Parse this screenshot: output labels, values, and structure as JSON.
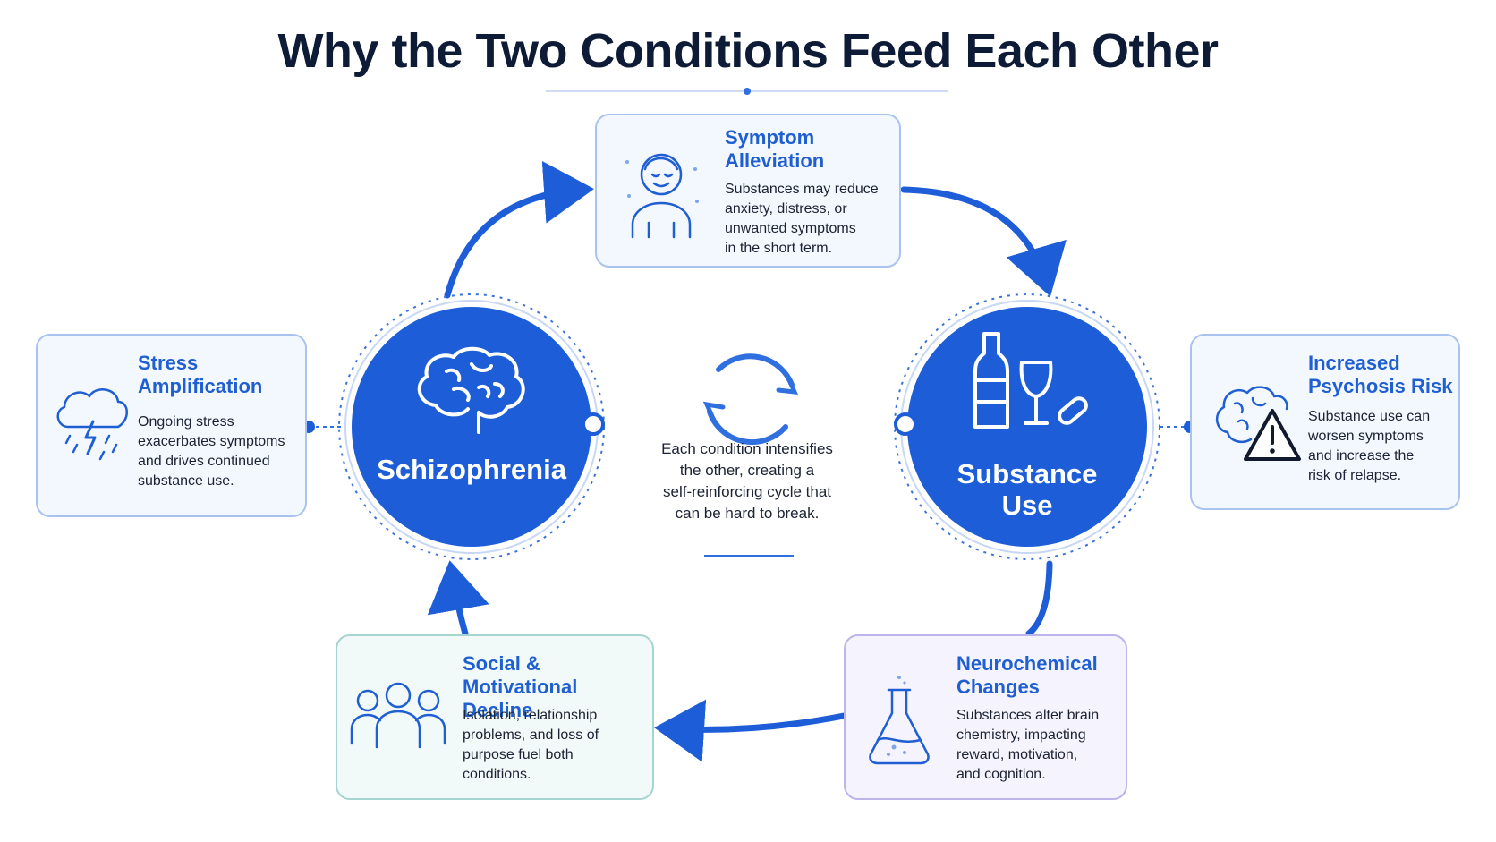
{
  "title": "Why the Two Conditions Feed Each Other",
  "nodes": {
    "schizophrenia": {
      "label": "Schizophrenia",
      "icon": "brain-icon"
    },
    "substance_use": {
      "label_line1": "Substance",
      "label_line2": "Use",
      "icon": "bottle-glass-pill-icon"
    }
  },
  "center": {
    "icon": "cycle-arrows-icon",
    "text_line1": "Each condition intensifies",
    "text_line2": "the other, creating a",
    "text_line3": "self-reinforcing cycle that",
    "text_line4": "can be hard to break."
  },
  "cards": {
    "symptom_alleviation": {
      "heading_line1": "Symptom",
      "heading_line2": "Alleviation",
      "body_line1": "Substances may reduce",
      "body_line2": "anxiety, distress, or",
      "body_line3": "unwanted symptoms",
      "body_line4": "in the short term.",
      "icon": "calm-person-icon"
    },
    "stress_amplification": {
      "heading_line1": "Stress",
      "heading_line2": "Amplification",
      "body_line1": "Ongoing stress",
      "body_line2": "exacerbates symptoms",
      "body_line3": "and drives continued",
      "body_line4": "substance use.",
      "icon": "storm-cloud-icon"
    },
    "increased_psychosis_risk": {
      "heading_line1": "Increased",
      "heading_line2": "Psychosis Risk",
      "body_line1": "Substance use can",
      "body_line2": "worsen symptoms",
      "body_line3": "and increase the",
      "body_line4": "risk of relapse.",
      "icon": "brain-warning-icon"
    },
    "social_decline": {
      "heading_line1": "Social &",
      "heading_line2": "Motivational Decline",
      "body_line1": "Isolation, relationship",
      "body_line2": "problems, and loss of",
      "body_line3": "purpose fuel both",
      "body_line4": "conditions.",
      "icon": "people-group-icon"
    },
    "neurochemical_changes": {
      "heading_line1": "Neurochemical",
      "heading_line2": "Changes",
      "body_line1": "Substances alter brain",
      "body_line2": "chemistry, impacting",
      "body_line3": "reward, motivation,",
      "body_line4": "and cognition.",
      "icon": "flask-icon"
    }
  },
  "colors": {
    "primary": "#1d5ed8",
    "heading_blue": "#1f5fd1",
    "title": "#0d1b36",
    "card_border_blue": "#a9c3ef",
    "card_border_green": "#a6d4cf",
    "card_border_purple": "#bcb4ea"
  }
}
